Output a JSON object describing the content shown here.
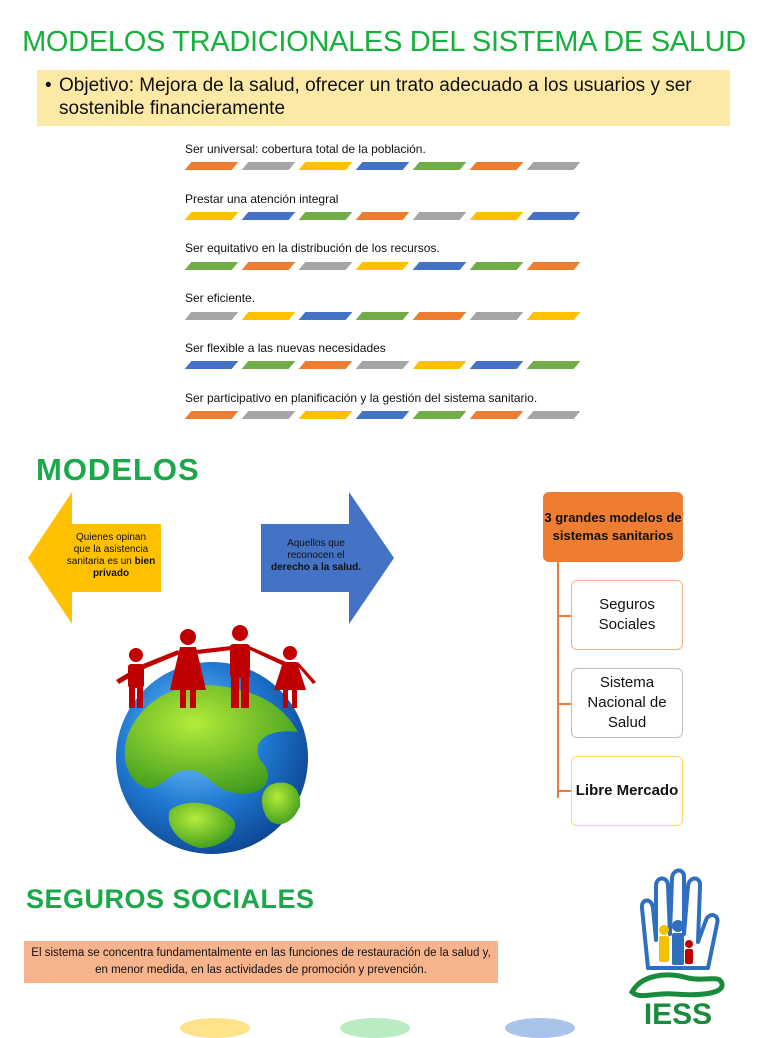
{
  "title": "MODELOS TRADICIONALES DEL SISTEMA DE SALUD",
  "objective": {
    "bullet": "•",
    "text": "Objetivo: Mejora de la salud, ofrecer un trato adecuado a los usuarios y ser sostenible financieramente"
  },
  "requirements": [
    "Ser universal: cobertura total de la población.",
    "Prestar una atención integral",
    "Ser equitativo en la distribución de los recursos.",
    "Ser eficiente.",
    "Ser flexible a las nuevas necesidades",
    "Ser participativo en planificación y la gestión del sistema sanitario."
  ],
  "bar_colors": [
    [
      "#ed7d31",
      "#a5a5a5",
      "#ffc000",
      "#4472c4",
      "#70ad47",
      "#ed7d31",
      "#a5a5a5"
    ],
    [
      "#ffc000",
      "#4472c4",
      "#70ad47",
      "#ed7d31",
      "#a5a5a5",
      "#ffc000",
      "#4472c4"
    ],
    [
      "#70ad47",
      "#ed7d31",
      "#a5a5a5",
      "#ffc000",
      "#4472c4",
      "#70ad47",
      "#ed7d31"
    ],
    [
      "#a5a5a5",
      "#ffc000",
      "#4472c4",
      "#70ad47",
      "#ed7d31",
      "#a5a5a5",
      "#ffc000"
    ],
    [
      "#4472c4",
      "#70ad47",
      "#ed7d31",
      "#a5a5a5",
      "#ffc000",
      "#4472c4",
      "#70ad47"
    ],
    [
      "#ed7d31",
      "#a5a5a5",
      "#ffc000",
      "#4472c4",
      "#70ad47",
      "#ed7d31",
      "#a5a5a5"
    ]
  ],
  "modelos": {
    "title": "MODELOS",
    "left_arrow": {
      "line1": "Quienes opinan",
      "line2": "que la asistencia",
      "line3_pre": "sanitaria es un ",
      "line3_bold": "bien",
      "line4_bold": "privado",
      "color": "#ffc000"
    },
    "right_arrow": {
      "line1": "Aquellos que",
      "line2": "reconocen el",
      "line3_bold": "derecho a la salud.",
      "color": "#4472c4"
    }
  },
  "tree": {
    "root": "3 grandes modelos de sistemas sanitarios",
    "children": [
      {
        "label": "Seguros Sociales",
        "border": "#f4b183",
        "bold": false
      },
      {
        "label": "Sistema Nacional de Salud",
        "border": "#bfbfbf",
        "bold": false
      },
      {
        "label": "Libre Mercado",
        "border": "#ffd966",
        "bold": true
      }
    ]
  },
  "seguros": {
    "title": "SEGUROS SOCIALES",
    "description": "El sistema se concentra fundamentalmente en las funciones de restauración de la salud y, en menor medida, en las actividades de promoción y prevención."
  },
  "logo_text": "IESS",
  "colors": {
    "title_green": "#17b03c",
    "heading_green": "#1aa84a",
    "objective_bg": "#fde9a6",
    "tree_orange": "#ef7d31",
    "desc_bg": "#f7b38b",
    "figures": "#c00000"
  }
}
